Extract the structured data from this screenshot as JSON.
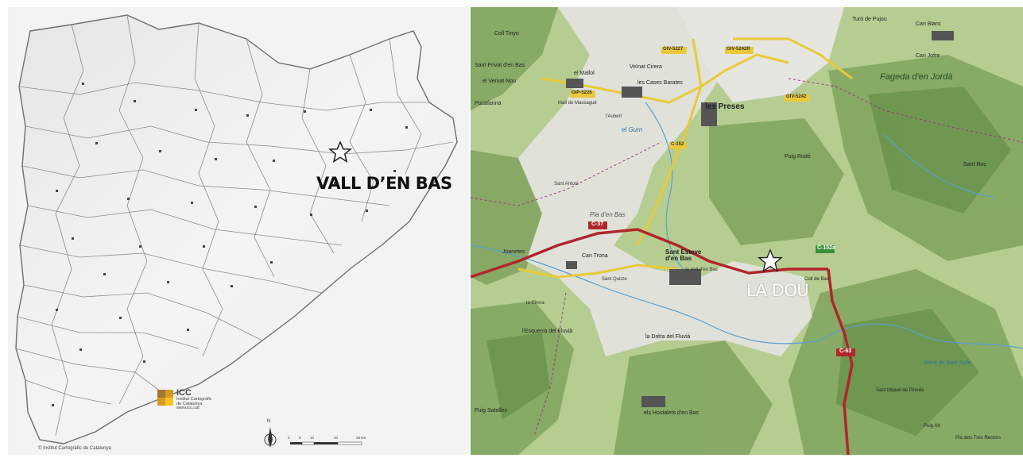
{
  "left_map": {
    "region_label": "VALL D’EN BAS",
    "logo": {
      "abbr": "ICC",
      "line1": "Institut Cartogràfic",
      "line2": "de Catalunya",
      "url": "www.icc.cat"
    },
    "copyright": "© Institut Cartogràfic de Catalunya",
    "north_label": "N",
    "scale_ticks": [
      "0",
      "5",
      "10",
      "20",
      "30 km"
    ],
    "marker_icon": "star-outline-icon",
    "colors": {
      "background": "#f1f1f1",
      "border": "#6e6e6e",
      "label": "#111111"
    }
  },
  "right_map": {
    "site_label": "LA DOU",
    "marker_icon": "star-outline-icon",
    "colors": {
      "terrain": "#c9d9a8",
      "forest": "#7fa35e",
      "valley": "#e3e3de",
      "road_main": "#b0262a",
      "road_secondary": "#e9c93a",
      "water": "#5a9fd1"
    },
    "place_names": [
      "Coll Tinyo",
      "Sant Privat d'en Bas",
      "el Veïnat Nou",
      "el Mallol",
      "Veïnat Cirera",
      "les Cases Barates",
      "Pocafarina",
      "Mall de Massagué",
      "l'Aubert",
      "les Preses",
      "Sant Esteve d'en Bas",
      "la Vall d'en Bas",
      "Can Trona",
      "Sant Quirze",
      "Joanetes",
      "l'Esquerra del Fluvià",
      "la Drèta del Fluvià",
      "els Hostalets d'en Bas",
      "Puig Satolles",
      "Puig Rodó",
      "Pla d'en Bas",
      "Coll de Bas",
      "Sant Miquel de Pineda",
      "Puig Alt",
      "Pla dels Tres Rectors",
      "Fageda d'en Jordà",
      "Turó de Pujou",
      "Can Blanc",
      "Can Jofre",
      "Sant Roc",
      "Riera de Sant Iscle",
      "la Cirera",
      "el Gurn",
      "Sant Antoni"
    ],
    "road_labels": [
      "C-37",
      "C-152",
      "C-63",
      "GIV-5227",
      "GIV-5242R",
      "GIV-5242",
      "GIP-5226",
      "C-152a"
    ]
  }
}
